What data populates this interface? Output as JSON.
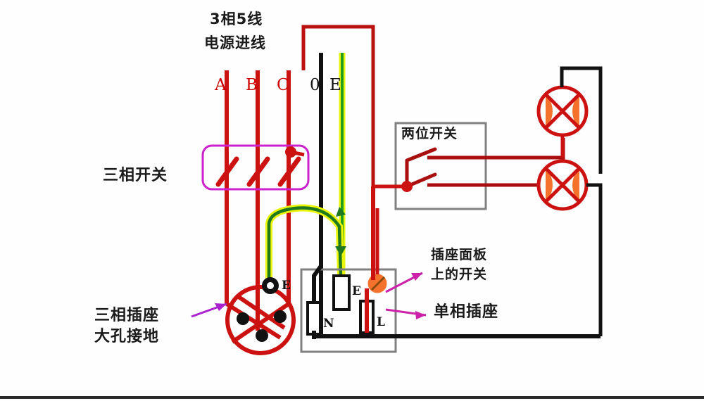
{
  "diagram": {
    "title_lines": [
      "3相5线",
      "电源进线"
    ],
    "wire_labels": [
      {
        "id": "A",
        "text": "A",
        "color": "#cc0000"
      },
      {
        "id": "B",
        "text": "B",
        "color": "#cc0000"
      },
      {
        "id": "C",
        "text": "C",
        "color": "#cc0000"
      },
      {
        "id": "N",
        "text": "0",
        "color": "#111111"
      },
      {
        "id": "E",
        "text": "E",
        "color": "#111111"
      }
    ],
    "labels": {
      "three_phase_switch": "三相开关",
      "two_gang_switch": "两位开关",
      "three_phase_socket_line1": "三相插座",
      "three_phase_socket_line2": "大孔接地",
      "panel_switch_line1": "插座面板",
      "panel_switch_line2": "上的开关",
      "single_phase_socket": "单相插座"
    },
    "terminals": {
      "socket3_earth": "E",
      "socket1_neutral": "N",
      "socket1_earth": "E",
      "socket1_live": "L"
    },
    "colors": {
      "live_red": "#cc1111",
      "neutral_black": "#111111",
      "earth_green": "#1f9e1f",
      "earth_yellow": "#eaf50a",
      "switch_box_magenta": "#cc22cc",
      "box_gray": "#808080",
      "lamp_fill": "#f4722b",
      "lamp_outline": "#cc1111",
      "annotation_arrow": "#aa22cc",
      "bottom_bar": "#2b2b2b"
    },
    "components": [
      {
        "name": "three-phase-switch",
        "type": "switch",
        "poles": 3
      },
      {
        "name": "two-gang-switch",
        "type": "switch",
        "poles": 2
      },
      {
        "name": "lamp-upper",
        "type": "lamp"
      },
      {
        "name": "lamp-lower",
        "type": "lamp"
      },
      {
        "name": "three-phase-socket",
        "type": "socket",
        "holes": 4
      },
      {
        "name": "single-phase-socket",
        "type": "socket",
        "holes": 3
      }
    ]
  }
}
